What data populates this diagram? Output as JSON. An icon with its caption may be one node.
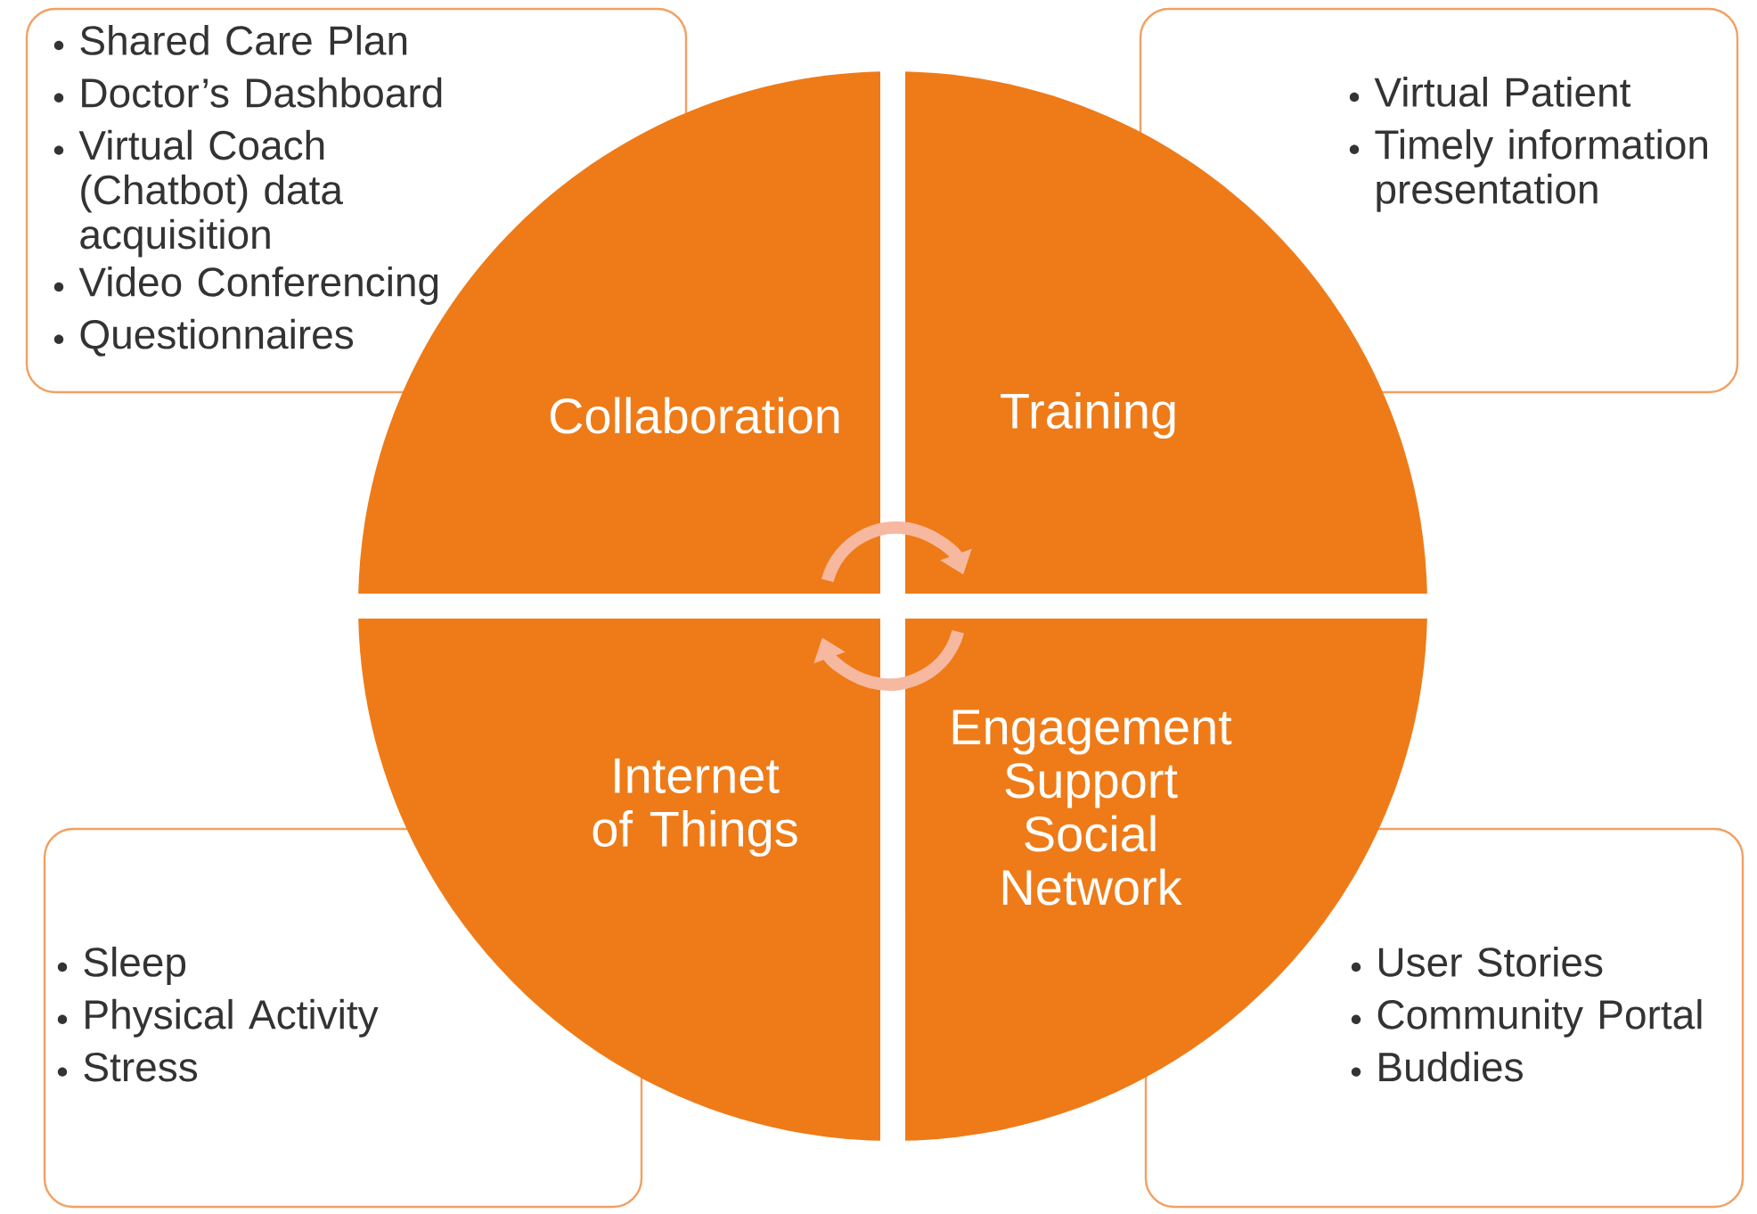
{
  "diagram": {
    "nodes": [
      {
        "text": [
          "Shared Care Plan",
          "Doctor’s Dashboard",
          "Virtual Coach (Chatbot) data acquisition",
          "Video Conferencing",
          "Questionnaires"
        ]
      },
      {
        "text": [
          "Virtual Patient",
          "Timely information presentation"
        ]
      },
      {
        "text": [
          "Collaboration"
        ]
      },
      {
        "text": [
          "Training"
        ]
      },
      {
        "text": [
          "Internet of Things"
        ]
      },
      {
        "text": [
          "Engagement Support Social Network"
        ]
      },
      {
        "text": [
          "Sleep",
          "Physical Activity",
          "Stress"
        ]
      },
      {
        "text": [
          "User Stories",
          "Community Portal",
          "Buddies"
        ]
      }
    ],
    "edges": [
      {
        "from": 2,
        "to": 3,
        "arrow": "to"
      },
      {
        "from": 5,
        "to": 4,
        "arrow": "to"
      }
    ]
  }
}
